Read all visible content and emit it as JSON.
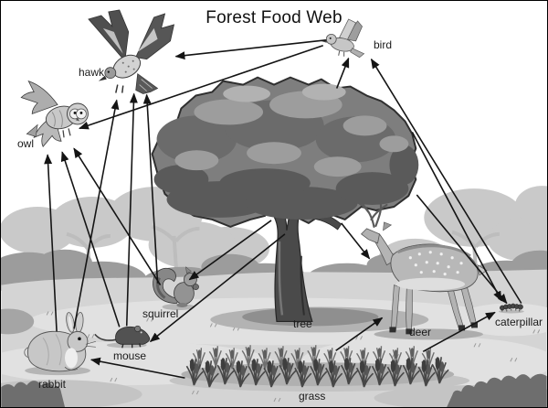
{
  "title": "Forest Food Web",
  "diagram_type": "food-web",
  "labels": {
    "hawk": "hawk",
    "owl": "owl",
    "bird": "bird",
    "squirrel": "squirrel",
    "mouse": "mouse",
    "rabbit": "rabbit",
    "tree": "tree",
    "deer": "deer",
    "grass": "grass",
    "caterpillar": "caterpillar"
  },
  "edges": [
    {
      "from": "grass",
      "to": "rabbit",
      "line": [
        202,
        414,
        99,
        394
      ]
    },
    {
      "from": "grass",
      "to": "deer",
      "line": [
        368,
        384,
        419,
        348
      ]
    },
    {
      "from": "grass",
      "to": "caterpillar",
      "line": [
        464,
        385,
        543,
        342
      ]
    },
    {
      "from": "tree",
      "to": "mouse",
      "line": [
        312,
        256,
        164,
        374
      ]
    },
    {
      "from": "tree",
      "to": "squirrel",
      "line": [
        297,
        241,
        207,
        306
      ]
    },
    {
      "from": "tree",
      "to": "deer",
      "line": [
        374,
        244,
        405,
        283
      ]
    },
    {
      "from": "tree",
      "to": "bird",
      "line": [
        369,
        96,
        382,
        63
      ]
    },
    {
      "from": "tree",
      "to": "caterpillar",
      "line": [
        452,
        144,
        550,
        329
      ]
    },
    {
      "from": "tree",
      "to": "caterpillar",
      "line": [
        457,
        213,
        556,
        332
      ]
    },
    {
      "from": "caterpillar",
      "to": "bird",
      "line": [
        572,
        332,
        407,
        64
      ]
    },
    {
      "from": "bird",
      "to": "hawk",
      "line": [
        357,
        43,
        192,
        61
      ]
    },
    {
      "from": "bird",
      "to": "owl",
      "line": [
        354,
        49,
        86,
        140
      ]
    },
    {
      "from": "rabbit",
      "to": "owl",
      "line": [
        61,
        363,
        51,
        169
      ]
    },
    {
      "from": "rabbit",
      "to": "hawk",
      "line": [
        80,
        360,
        127,
        109
      ]
    },
    {
      "from": "mouse",
      "to": "owl",
      "line": [
        130,
        358,
        67,
        166
      ]
    },
    {
      "from": "mouse",
      "to": "hawk",
      "line": [
        138,
        357,
        146,
        102
      ]
    },
    {
      "from": "squirrel",
      "to": "owl",
      "line": [
        175,
        312,
        80,
        162
      ]
    },
    {
      "from": "squirrel",
      "to": "hawk",
      "line": [
        172,
        310,
        160,
        103
      ]
    }
  ],
  "colors": {
    "arrow": "#141414",
    "text": "#1a1a1a",
    "background": "#ffffff",
    "border": "#000000"
  }
}
